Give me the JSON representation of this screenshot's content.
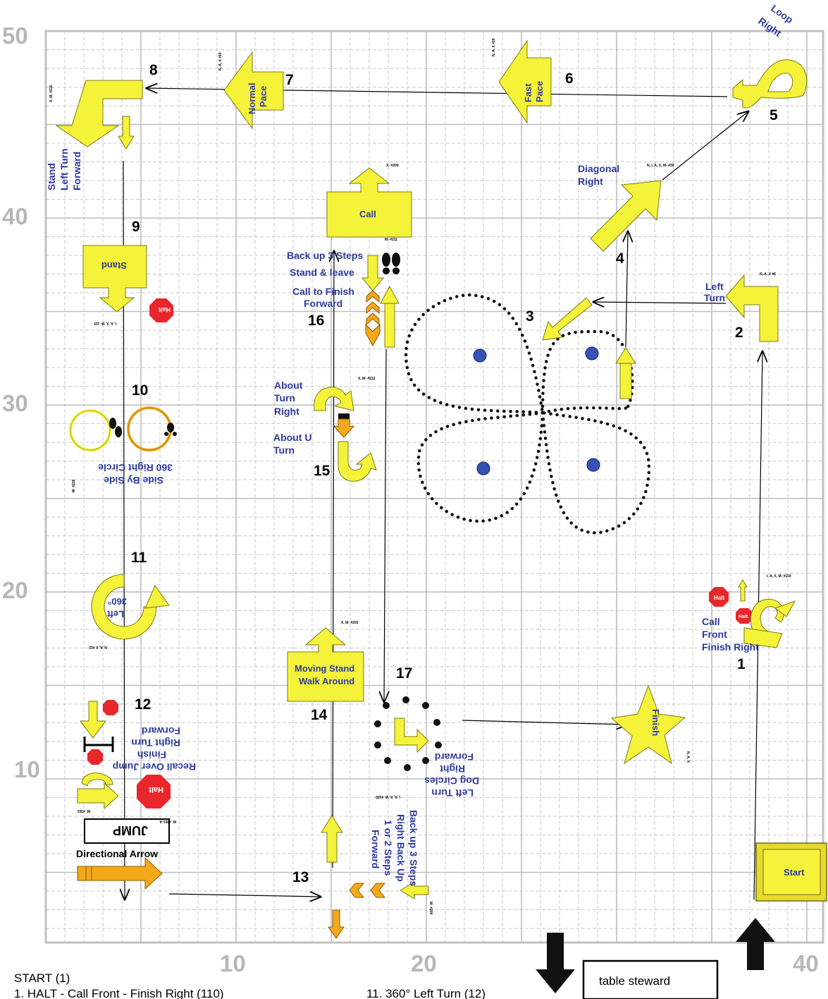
{
  "axis": {
    "y_labels": [
      "50",
      "40",
      "30",
      "20",
      "10"
    ],
    "x_labels": [
      "10",
      "20",
      "40"
    ]
  },
  "stations": [
    {
      "n": "1"
    },
    {
      "n": "2"
    },
    {
      "n": "3"
    },
    {
      "n": "4"
    },
    {
      "n": "5"
    },
    {
      "n": "6"
    },
    {
      "n": "7"
    },
    {
      "n": "8"
    },
    {
      "n": "9"
    },
    {
      "n": "10"
    },
    {
      "n": "11"
    },
    {
      "n": "12"
    },
    {
      "n": "13"
    },
    {
      "n": "14"
    },
    {
      "n": "15"
    },
    {
      "n": "16"
    },
    {
      "n": "17"
    }
  ],
  "signs": {
    "start": "Start",
    "finish": "Finish",
    "call": "Call",
    "moving_stand_1": "Moving Stand",
    "moving_stand_2": "Walk Around",
    "stand": "Stand",
    "fast_1": "Fast",
    "fast_2": "Pace",
    "normal_1": "Normal",
    "normal_2": "Pace",
    "jump": "JUMP",
    "halt": "Halt",
    "left_360_1": "360°",
    "left_360_2": "Left"
  },
  "labels": {
    "loop_right_1": "Loop",
    "loop_right_2": "Right",
    "diagonal_1": "Diagonal",
    "diagonal_2": "Right",
    "left_turn_1": "Left",
    "left_turn_2": "Turn",
    "call_front_1": "Call",
    "call_front_2": "Front",
    "call_front_3": "Finish Right",
    "stand_left_1": "Stand",
    "stand_left_2": "Left Turn",
    "stand_left_3": "Forward",
    "backup3_a": "Back up 3 Steps",
    "stand_leave": "Stand & leave",
    "call_finish_1": "Call to Finish",
    "call_finish_2": "Forward",
    "about_turn_1": "About",
    "about_turn_2": "Turn",
    "about_turn_3": "Right",
    "about_u_1": "About U",
    "about_u_2": "Turn",
    "side_by_side_1": "360 Right Circle",
    "side_by_side_2": "Side By Side",
    "recall_1": "Recall Over Jump",
    "recall_2": "Finish",
    "recall_3": "Right Turn",
    "recall_4": "Forward",
    "dog_circles_1": "Left Turn",
    "dog_circles_2": "Dog Circles",
    "dog_circles_3": "Right",
    "dog_circles_4": "Forward",
    "backup_13_1": "Back up 3 Steps",
    "backup_13_2": "Right Back Up",
    "backup_13_3": "1 or 2 Steps",
    "backup_13_4": "Forward",
    "directional": "Directional Arrow"
  },
  "codes": {
    "c7": "N, A, X #19",
    "c6": "N, A, X #18",
    "c8": "X, M- #215",
    "c4": "N, I, A, X, M- #39",
    "c2": "N, A, X     #6",
    "c_call": "X-  #209",
    "c16": "M- #211",
    "c_about": "X, M- #212",
    "c9": "I, A, X, M- 115",
    "c10": "M- #219",
    "c1": "I, A, X, M- #110",
    "c11": "N, A, X #12",
    "c14": "X, M- #203",
    "c17": "I, A, X, M- #120",
    "c13": "M- #209",
    "c12a": "M- #301",
    "c12b": "M- #301-A",
    "c_finish": "N, A, X"
  },
  "legend": {
    "table": "table steward",
    "start_line": "START (1)",
    "line1": "1. HALT - Call Front - Finish Right (110)",
    "line11": "11. 360° Left Turn (12)"
  },
  "colors": {
    "sign_yellow": "#f5f23a",
    "orange": "#f4a91a",
    "halt_red": "#e8262b",
    "label_blue": "#2e3a9f",
    "cone_blue": "#3552b5",
    "grid": "#c9c9c9"
  }
}
